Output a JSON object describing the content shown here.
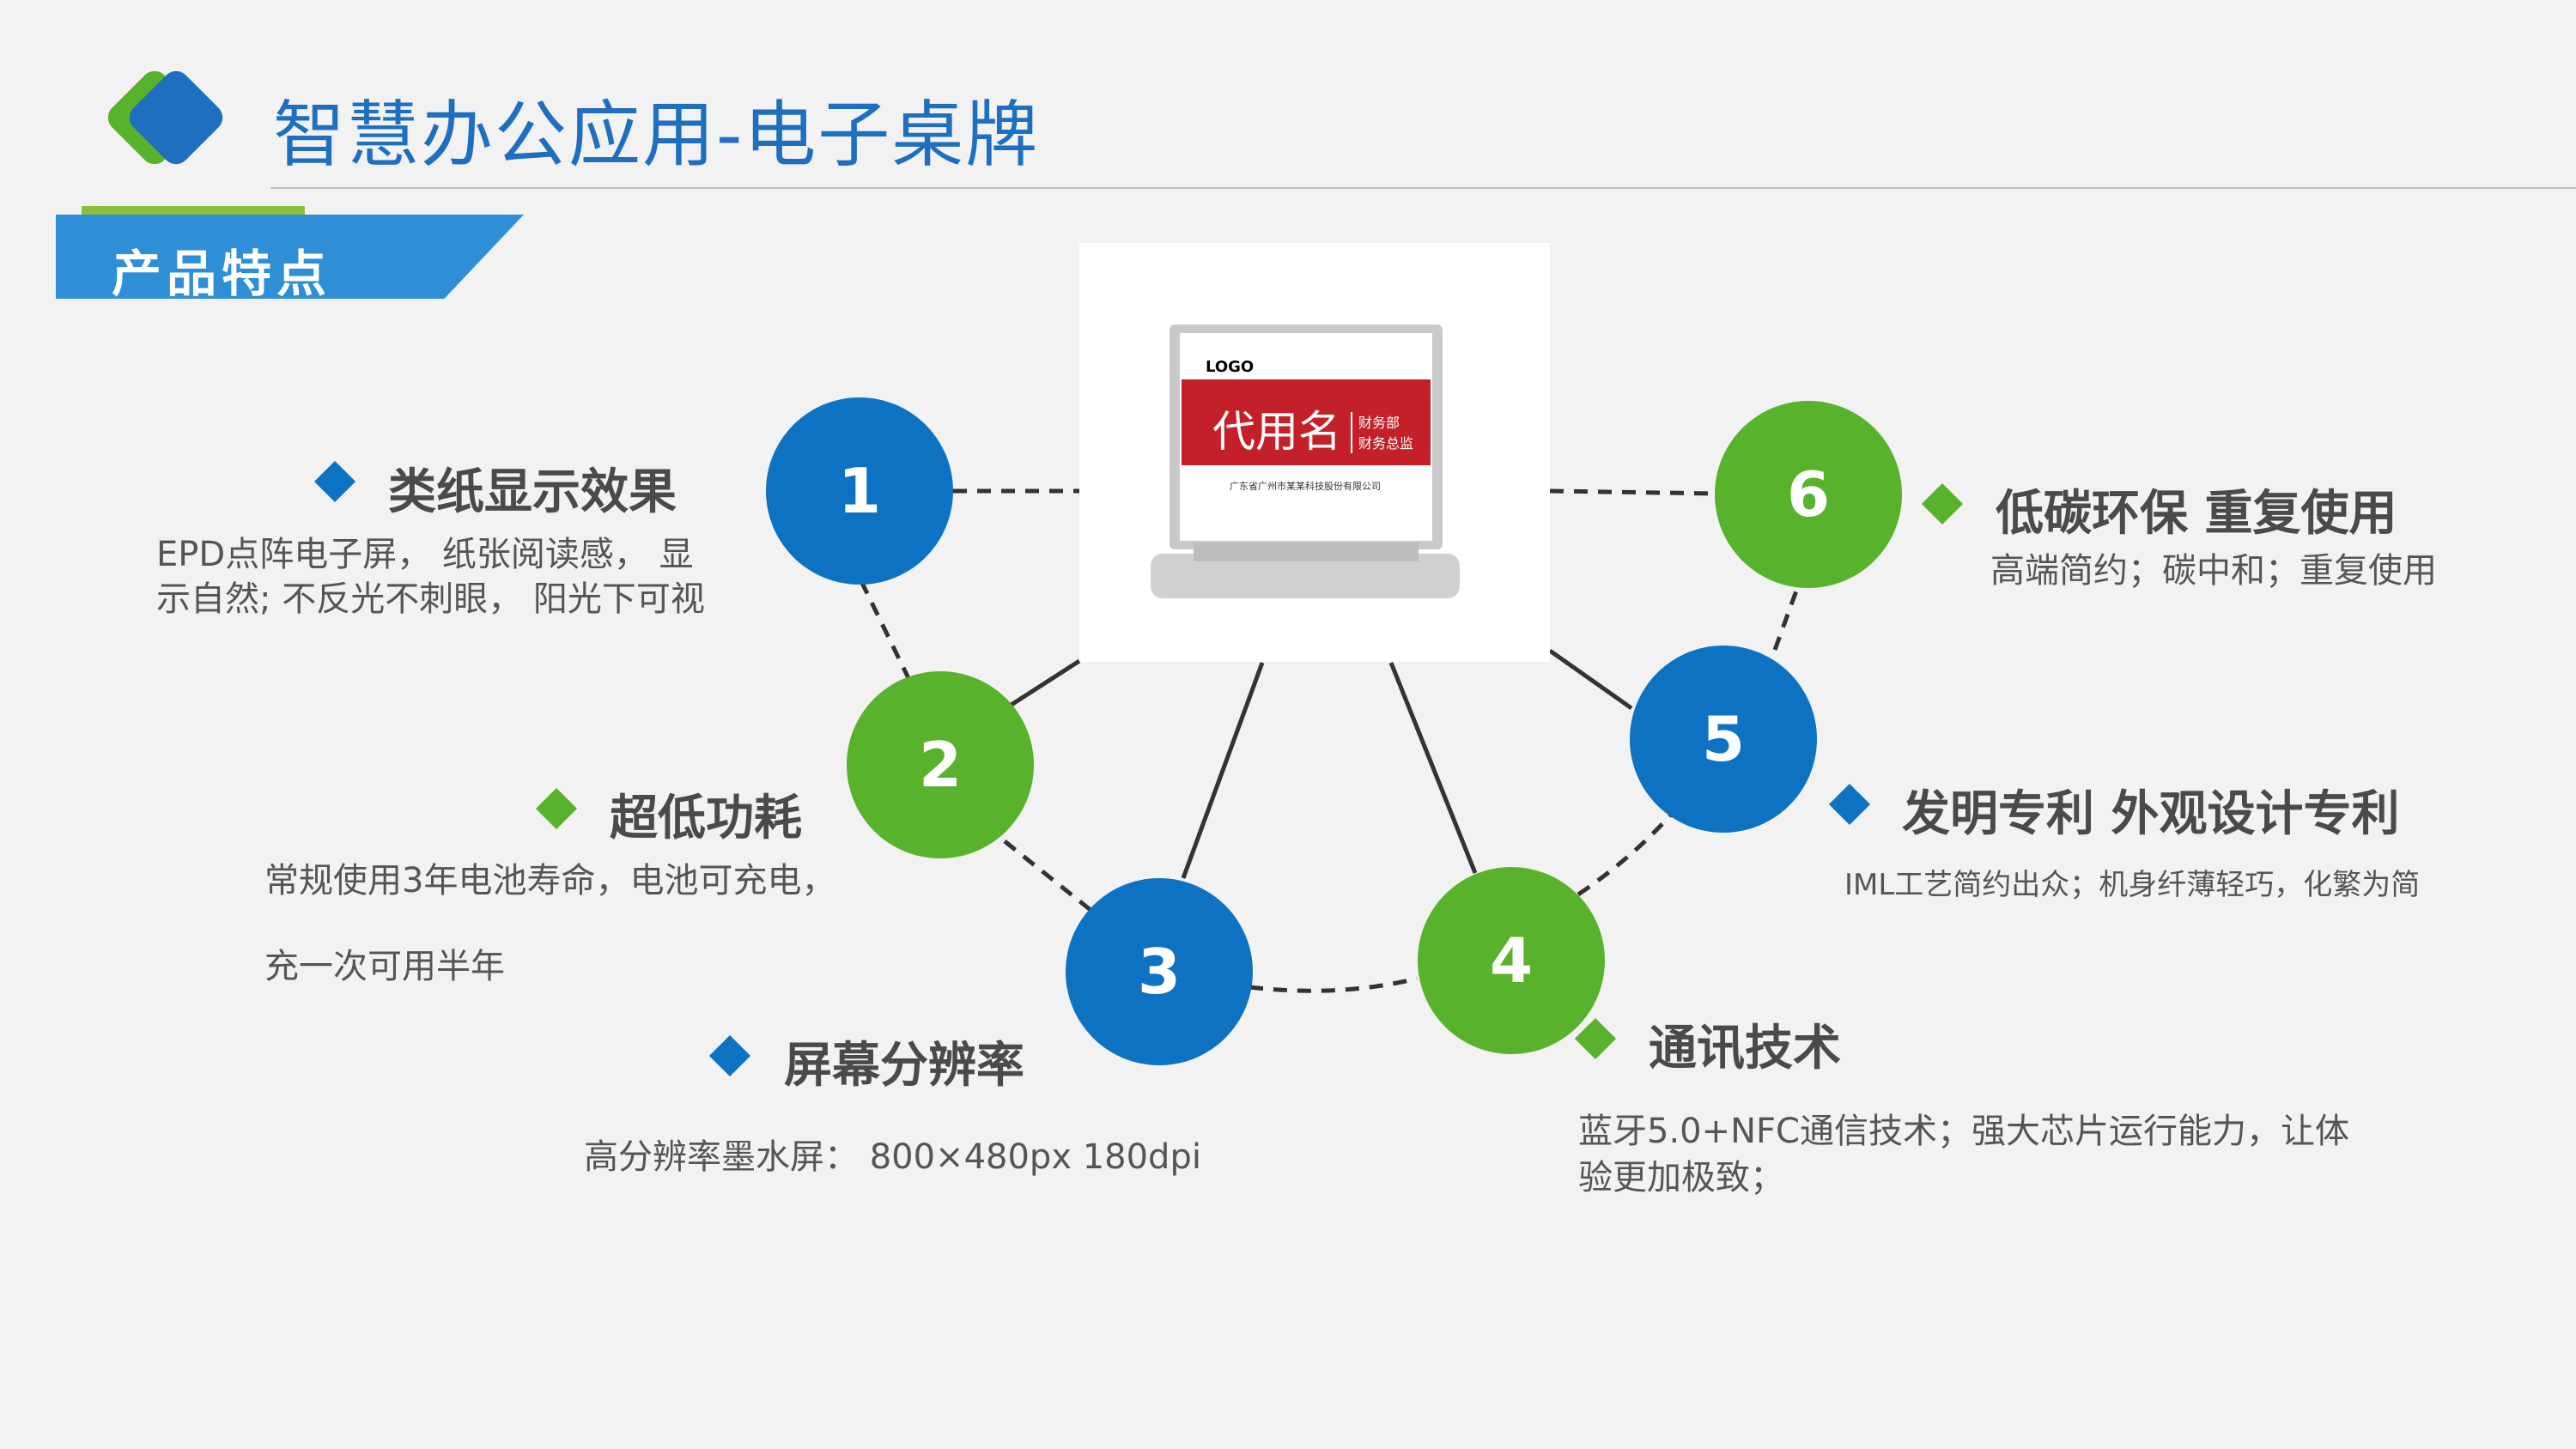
{
  "header": {
    "title": "智慧办公应用-电子桌牌"
  },
  "section": {
    "label": "产品特点"
  },
  "product": {
    "logo": "LOGO",
    "name": "代用名",
    "dept1": "财务部",
    "dept2": "财务总监",
    "company": "广东省广州市某某科技股份有限公司"
  },
  "nodes": [
    "1",
    "2",
    "3",
    "4",
    "5",
    "6"
  ],
  "features": [
    {
      "title": "类纸显示效果",
      "desc": [
        "EPD点阵电子屏， 纸张阅读感， 显",
        "示自然; 不反光不刺眼， 阳光下可视"
      ]
    },
    {
      "title": "超低功耗",
      "desc": [
        "常规使用3年电池寿命，电池可充电，",
        "充一次可用半年"
      ]
    },
    {
      "title": "屏幕分辨率",
      "desc": [
        "高分辨率墨水屏： 800×480px  180dpi"
      ]
    },
    {
      "title": "通讯技术",
      "desc": [
        "蓝牙5.0+NFC通信技术；强大芯片运行能力，让体",
        "验更加极致；"
      ]
    },
    {
      "title": "发明专利 外观设计专利",
      "desc": [
        "IML工艺简约出众；机身纤薄轻巧，化繁为简"
      ]
    },
    {
      "title": "低碳环保 重复使用",
      "desc": [
        "高端简约；碳中和；重复使用"
      ]
    }
  ],
  "colors": {
    "blue": "#0e72c2",
    "green": "#58b22b",
    "title": "#1f6fc0"
  }
}
